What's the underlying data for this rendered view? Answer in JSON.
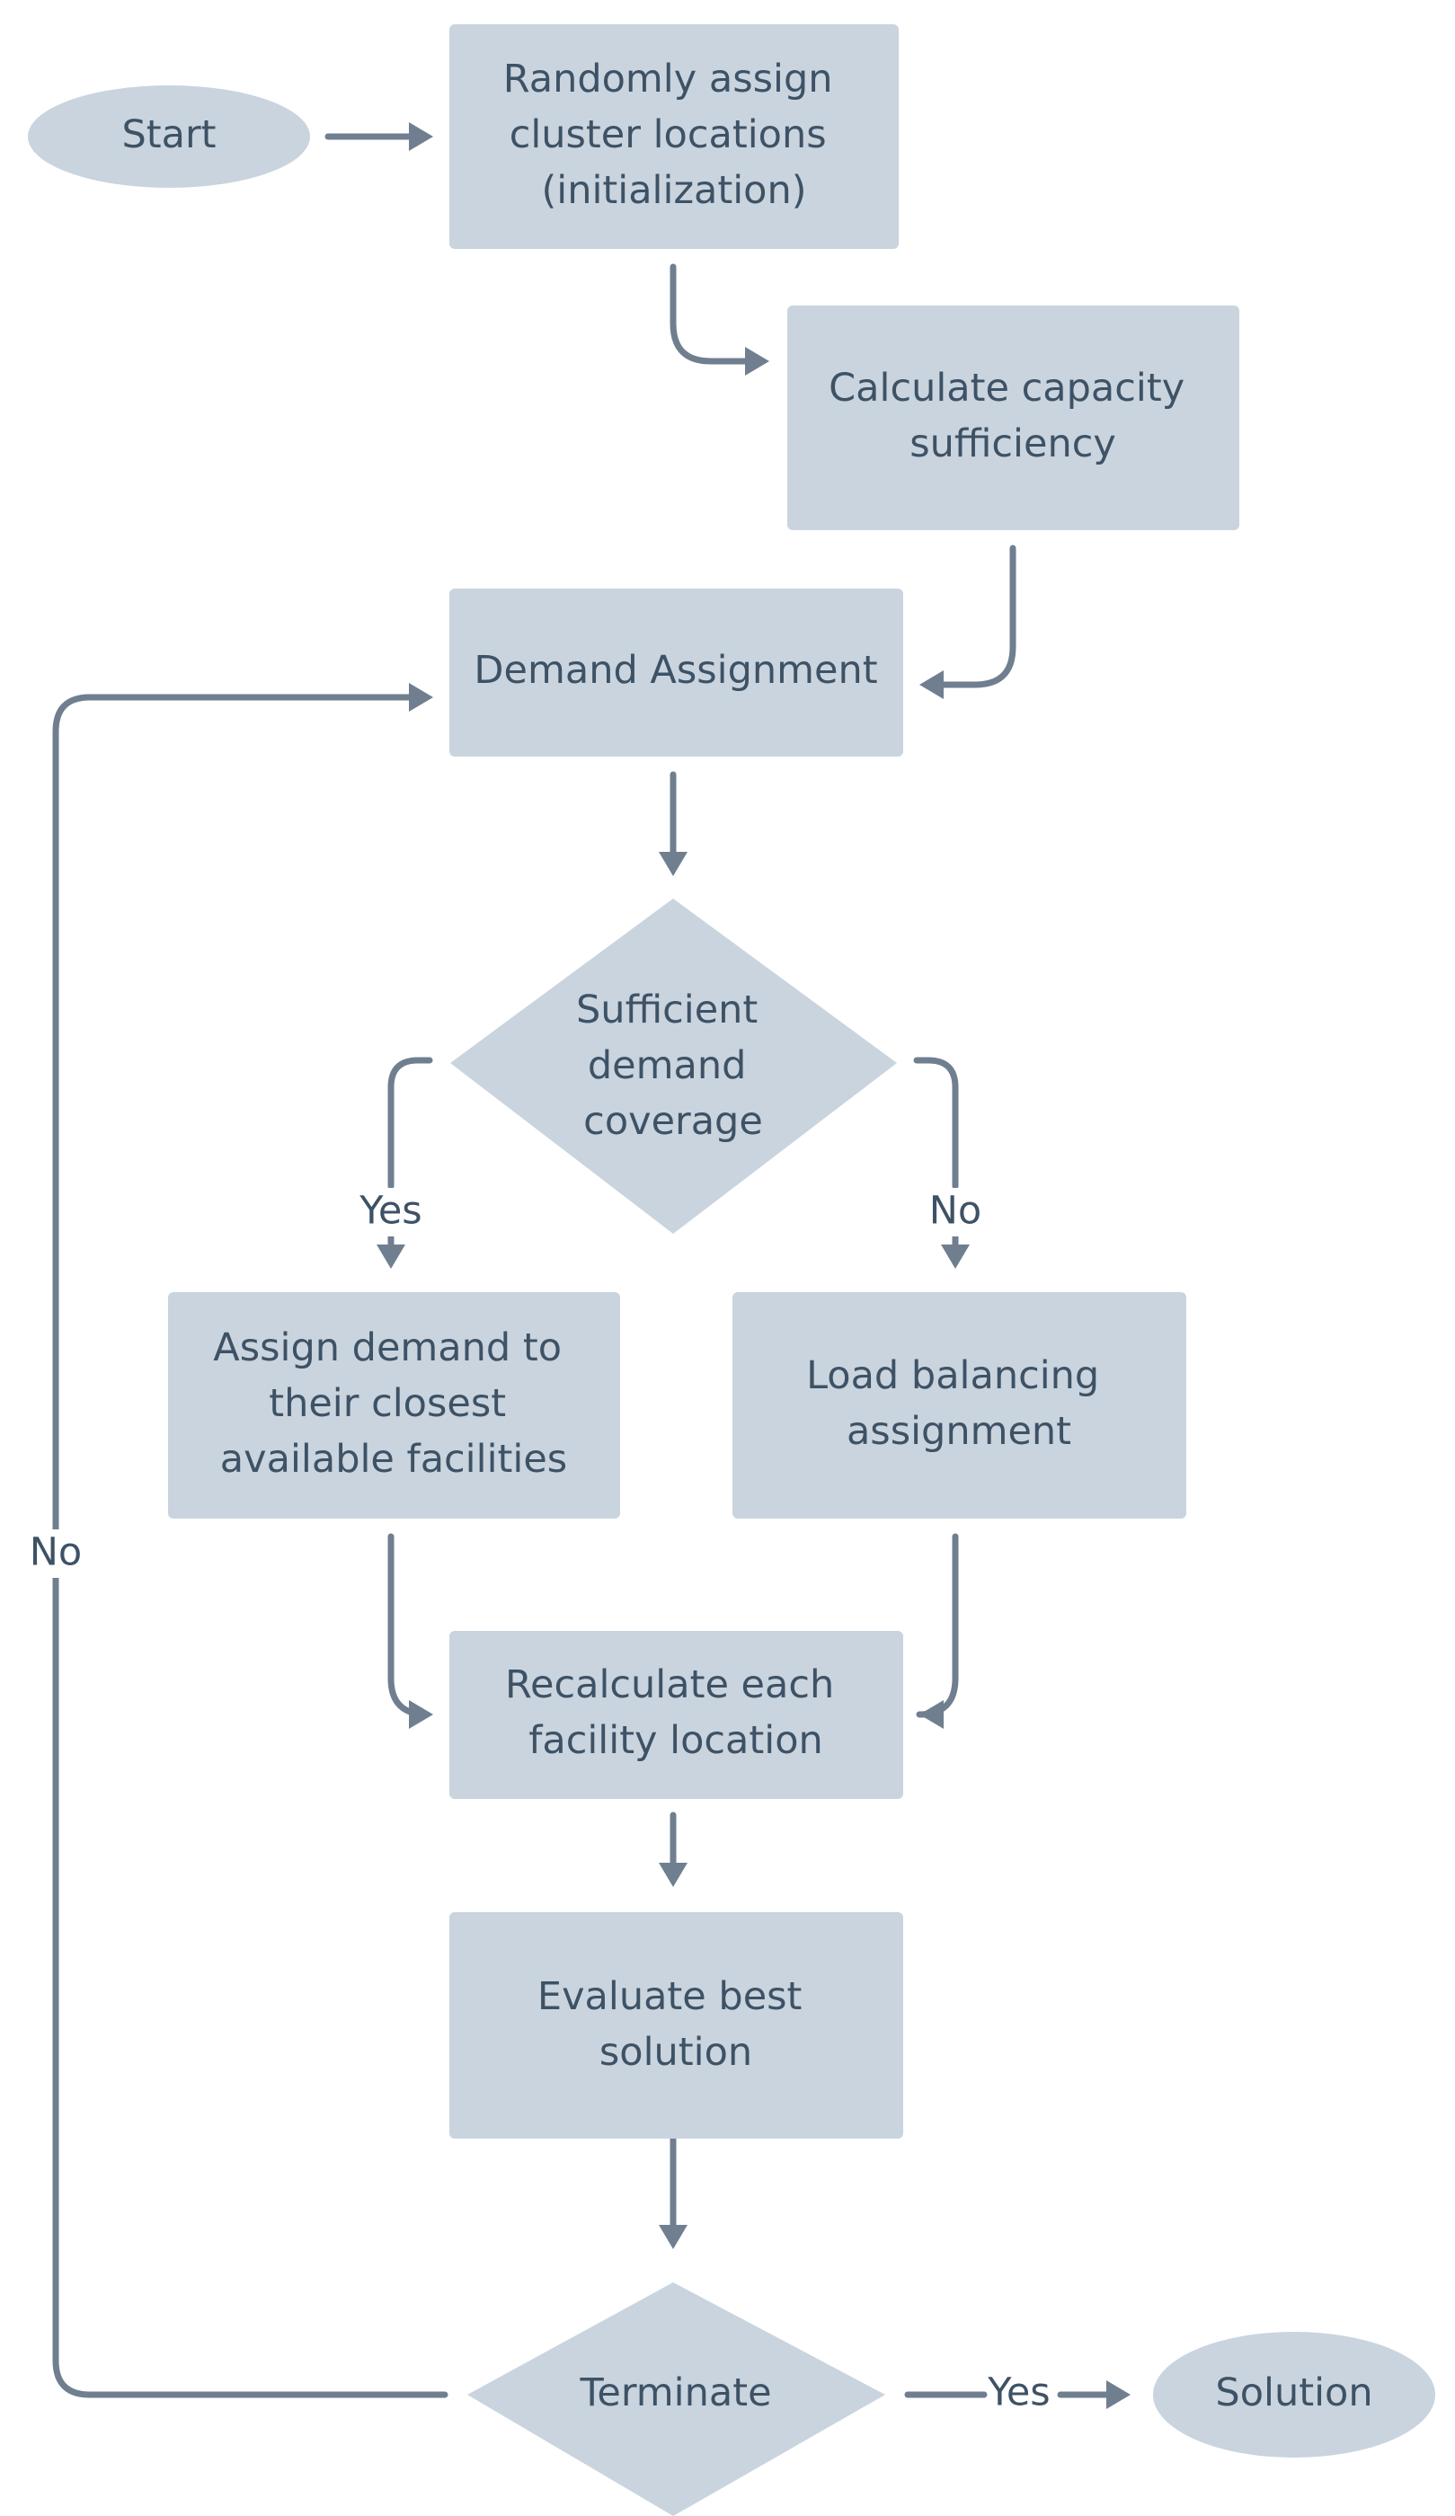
{
  "nodes": {
    "start": {
      "lines": [
        "Start"
      ]
    },
    "init": {
      "lines": [
        "Randomly assign",
        "cluster locations",
        "(initialization)"
      ]
    },
    "capacity": {
      "lines": [
        "Calculate capacity",
        "sufficiency"
      ]
    },
    "demand": {
      "lines": [
        "Demand Assignment"
      ]
    },
    "coverage": {
      "lines": [
        "Sufficient",
        "demand",
        "coverage"
      ]
    },
    "closest": {
      "lines": [
        "Assign demand to",
        "their closest",
        "available facilities"
      ]
    },
    "balancing": {
      "lines": [
        "Load balancing",
        "assignment"
      ]
    },
    "recalc": {
      "lines": [
        "Recalculate each",
        "facility location"
      ]
    },
    "evaluate": {
      "lines": [
        "Evaluate best",
        "solution"
      ]
    },
    "terminate": {
      "lines": [
        "Terminate"
      ]
    },
    "solution": {
      "lines": [
        "Solution"
      ]
    }
  },
  "edge_labels": {
    "coverage_yes": "Yes",
    "coverage_no": "No",
    "terminate_no": "No",
    "terminate_yes": "Yes"
  }
}
